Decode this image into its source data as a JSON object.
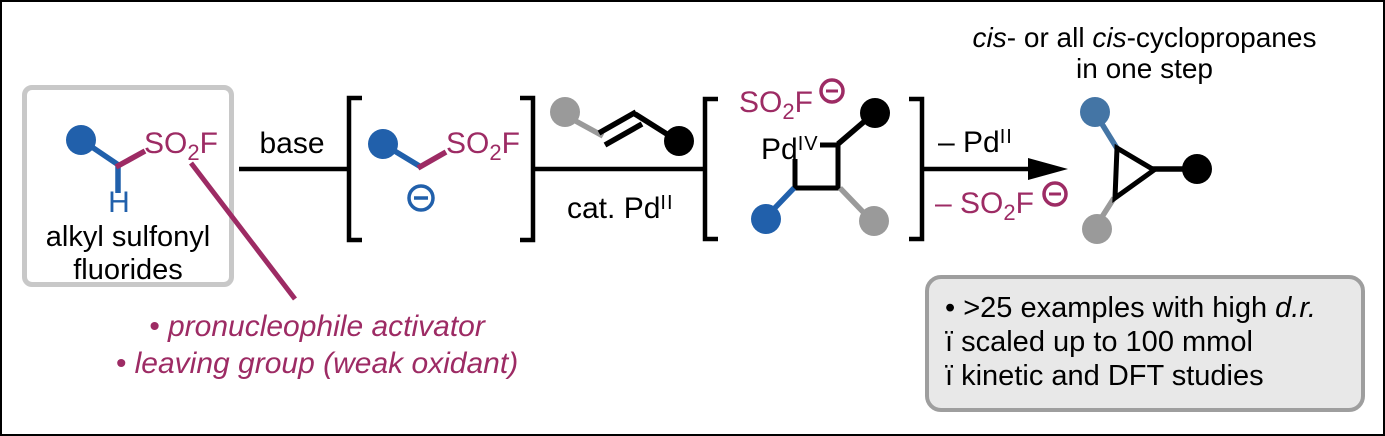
{
  "colors": {
    "dark_blue": "#2160ab",
    "steel_blue": "#4475a5",
    "maroon": "#9d2b64",
    "circle_gray": "#9a9a9a",
    "box_border_gray": "#c8c8c8",
    "panel_fill": "#e8e8e8",
    "panel_border": "#9e9e9e",
    "black": "#000000"
  },
  "formula": {
    "so2f_main": "SO",
    "so2f_sub": "2",
    "so2f_tail": "F"
  },
  "labels": {
    "h": "H",
    "base": "base",
    "cat_pd": "cat. Pd",
    "cat_pd_sup": "II",
    "pd": "Pd",
    "pd_sup": "IV",
    "minus_pd": "– Pd",
    "minus_pd_sup": "II",
    "minus_so2f_prefix": "– "
  },
  "reactant_box": {
    "caption_line1": "alkyl sulfonyl",
    "caption_line2": "fluorides"
  },
  "heading": {
    "italic1": "cis",
    "text1": "- or all ",
    "italic2": "cis",
    "text2": "-cyclopropanes",
    "line2": "in one step"
  },
  "annotations": {
    "bullet1": "• pronucleophile activator",
    "bullet2": "• leaving group (weak oxidant)"
  },
  "highlights_panel": {
    "line1_prefix": "• >25 examples with high ",
    "line1_italic": "d.r.",
    "line2": "ï scaled up to 100 mmol",
    "line3": "ï kinetic and DFT studies"
  },
  "icons": {
    "minus_charge": "circled-minus"
  }
}
